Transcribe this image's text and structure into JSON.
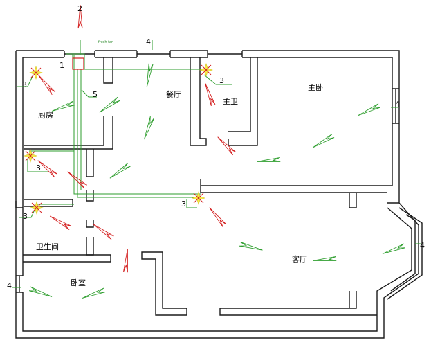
{
  "rooms": {
    "dining": "餐厅",
    "master_bath": "主卫",
    "master_bedroom": "主卧",
    "kitchen": "厨房",
    "bathroom": "卫生间",
    "bedroom": "卧室",
    "living": "客厅"
  },
  "markers": {
    "exhaust_outlet": "2",
    "fan_unit": "1",
    "duct": "5",
    "vent": "3",
    "fresh_air_inlet": "4"
  },
  "unit_tag": "fresh fan",
  "colors": {
    "walls": "#1a1a1a",
    "duct": "#2e9e2e",
    "supply_arrow": "#2e9e2e",
    "exhaust_arrow": "#d42020",
    "vent_star": "#f0e020",
    "vent_cross": "#d42020"
  }
}
